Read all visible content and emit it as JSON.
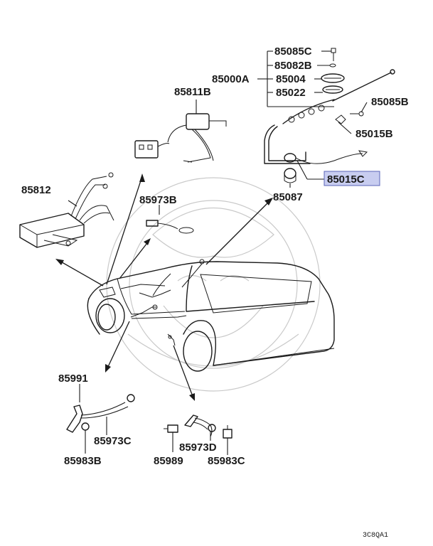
{
  "labels": {
    "p85085C": "85085C",
    "p85082B": "85082B",
    "p85000A": "85000A",
    "p85004": "85004",
    "p85022": "85022",
    "p85085B": "85085B",
    "p85811B": "85811B",
    "p85015B": "85015B",
    "p85015C": "85015C",
    "p85812": "85812",
    "p85087": "85087",
    "p85973B": "85973B",
    "p85991": "85991",
    "p85973C": "85973C",
    "p85983B_left": "85983B",
    "p85989": "85989",
    "p85973D": "85973D",
    "p85983C": "85983C"
  },
  "highlighted_part": "85015C",
  "diagram_code": "3C8QA1",
  "colors": {
    "ink": "#1a1a1a",
    "highlight_fill": "#c8cdf0",
    "highlight_border": "#5a64b8",
    "watermark": "#c9c9c9"
  }
}
